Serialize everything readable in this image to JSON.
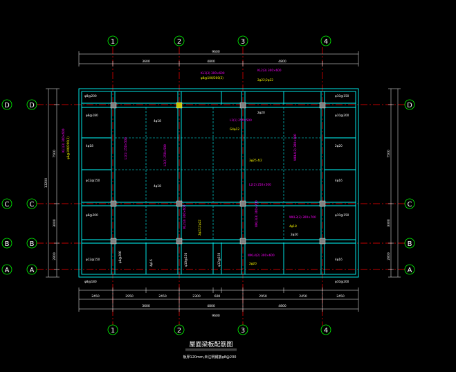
{
  "drawing": {
    "title": "屋面梁板配筋图",
    "note": "板厚120mm,未注明钢筋φ8@200",
    "colors": {
      "background": "#000000",
      "axis_circle": "#00ff00",
      "axis_line": "#ff0000",
      "beam": "#00ffff",
      "dimension": "#ffffff",
      "annotation_magenta": "#ff00ff",
      "annotation_yellow": "#ffff00",
      "column": "#808080"
    }
  },
  "axes": {
    "vertical": [
      "1",
      "2",
      "3",
      "4"
    ],
    "horizontal": [
      "D",
      "C",
      "B",
      "A"
    ]
  },
  "dimensions": {
    "top_total": "9600",
    "top_spans": [
      "3600",
      "4800",
      "4800"
    ],
    "bottom_total": "9600",
    "bottom_spans": [
      "3600",
      "4800",
      "4800"
    ],
    "bottom_detail": [
      "2450",
      "2950",
      "2450",
      "2300",
      "600",
      "2950",
      "2450",
      "2450"
    ],
    "left_total": "13200",
    "left_spans": [
      "7500",
      "3000",
      "2800"
    ],
    "right_spans": [
      "7500",
      "3300",
      "2800"
    ]
  },
  "beam_labels": {
    "magenta": [
      "KL1(3) 300×600",
      "KL2(3) 300×600",
      "L1(1) 250×500",
      "L2(2) 250×500",
      "WKL3(3) 300×700",
      "WKL4(2) 300×600"
    ],
    "yellow": [
      "φ8@100/200(2)",
      "2φ22;2φ22",
      "G4φ12",
      "3φ25 4/2",
      "4φ18",
      "2φ20"
    ],
    "white": [
      "φ8@200",
      "φ10@150",
      "φ8@180",
      "φ10@200",
      "4φ18",
      "2φ20",
      "φ12@150",
      "4φ16"
    ]
  }
}
